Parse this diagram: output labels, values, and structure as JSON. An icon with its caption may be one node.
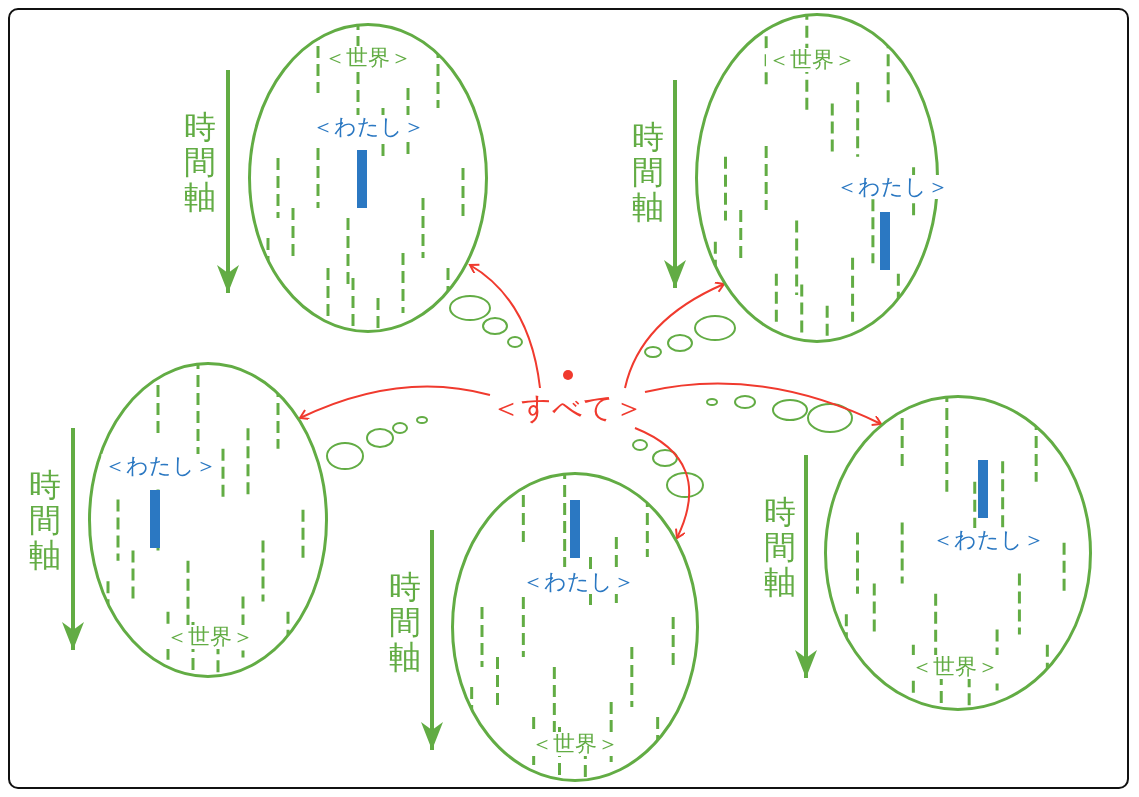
{
  "diagram": {
    "nodes": [
      {
        "text": [
          "＜すべて＞"
        ]
      },
      {
        "text": [
          "＜世界＞",
          "＜わたし＞"
        ],
        "beside": [
          "時間軸"
        ]
      },
      {
        "text": [
          "＜世界＞",
          "＜わたし＞"
        ],
        "beside": [
          "時間軸"
        ]
      },
      {
        "text": [
          "＜わたし＞",
          "＜世界＞"
        ],
        "beside": [
          "時間軸"
        ]
      },
      {
        "text": [
          "＜わたし＞",
          "＜世界＞"
        ],
        "beside": [
          "時間軸"
        ]
      },
      {
        "text": [
          "＜わたし＞",
          "＜世界＞"
        ],
        "beside": [
          "時間軸"
        ]
      }
    ],
    "edges": [
      {
        "from": 0,
        "to": 1,
        "arrow": "to"
      },
      {
        "from": 0,
        "to": 2,
        "arrow": "to"
      },
      {
        "from": 0,
        "to": 3,
        "arrow": "to"
      },
      {
        "from": 0,
        "to": 4,
        "arrow": "to"
      },
      {
        "from": 0,
        "to": 5,
        "arrow": "to"
      }
    ]
  }
}
